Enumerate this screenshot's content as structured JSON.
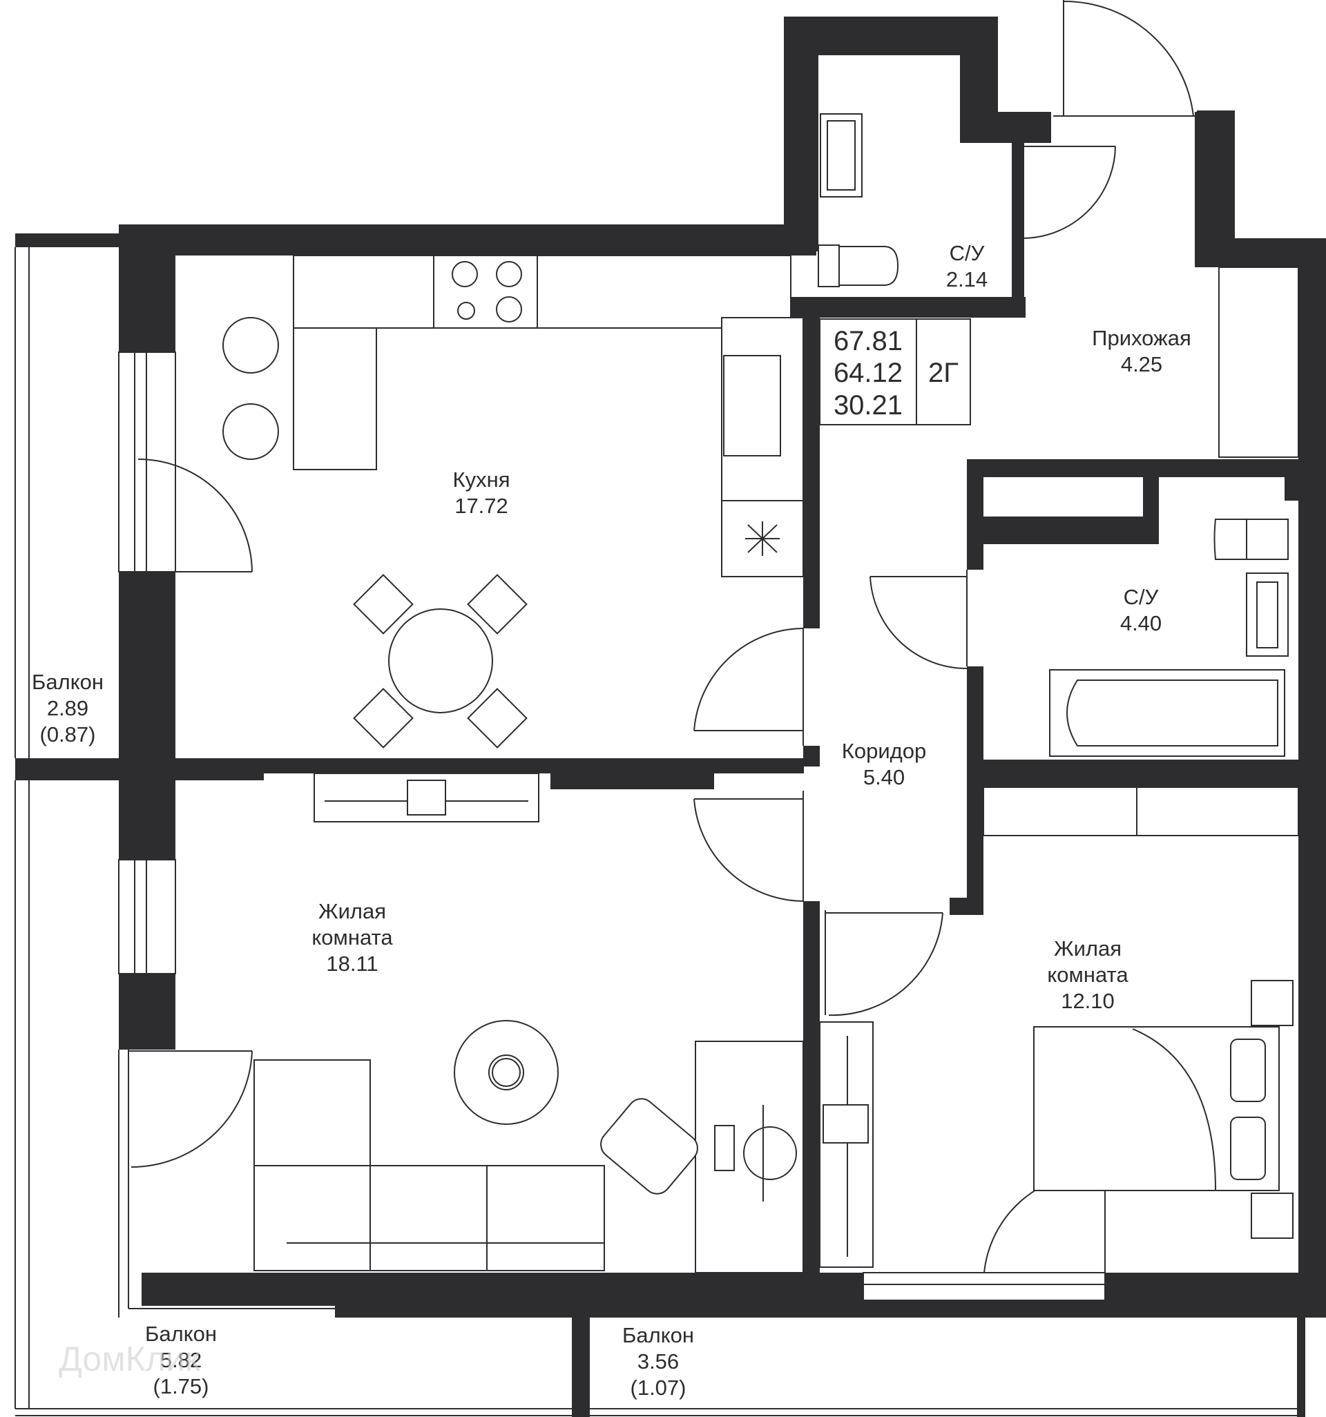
{
  "summary": {
    "total_area": "67.81",
    "living_area_total": "64.12",
    "living_area": "30.21",
    "type": "2Г"
  },
  "rooms": {
    "wc_small": {
      "name": "С/У",
      "area": "2.14"
    },
    "hall": {
      "name": "Прихожая",
      "area": "4.25"
    },
    "kitchen": {
      "name": "Кухня",
      "area": "17.72"
    },
    "wc_big": {
      "name": "С/У",
      "area": "4.40"
    },
    "corridor": {
      "name": "Коридор",
      "area": "5.40"
    },
    "living_1": {
      "name_1": "Жилая",
      "name_2": "комната",
      "area": "18.11"
    },
    "living_2": {
      "name_1": "Жилая",
      "name_2": "комната",
      "area": "12.10"
    },
    "balcony_left": {
      "name": "Балкон",
      "area": "2.89",
      "area_reduced": "(0.87)"
    },
    "balcony_bottom_left": {
      "name": "Балкон",
      "area": "5.82",
      "area_reduced": "(1.75)"
    },
    "balcony_bottom_right": {
      "name": "Балкон",
      "area": "3.56",
      "area_reduced": "(1.07)"
    }
  },
  "watermark": "ДомКлик",
  "colors": {
    "wall": "#2d2d2f",
    "background": "#ffffff"
  }
}
